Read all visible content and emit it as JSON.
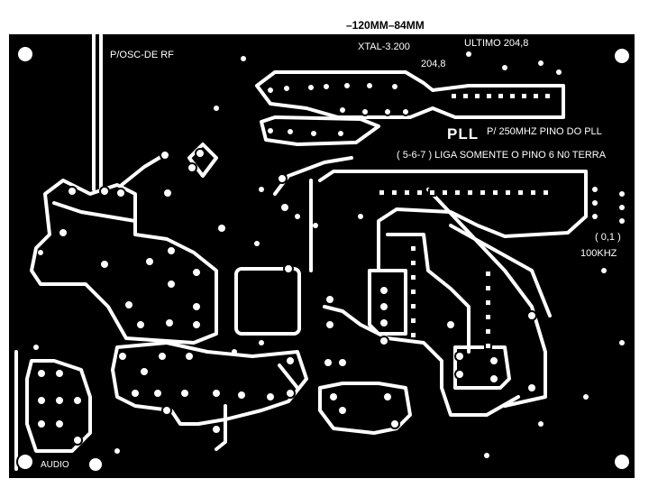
{
  "board": {
    "title": "–120MM–84MM",
    "colors": {
      "copper": "#000000",
      "background": "#ffffff",
      "pads": "#ffffff"
    }
  },
  "labels": {
    "osc_rf": "P/OSC-DE RF",
    "xtal": "XTAL-3.200",
    "ultimo": "ULTIMO 204,8",
    "freq": "204,8",
    "pll": "PLL",
    "pll_note": "P/ 250MHZ PINO DO PLL",
    "liga": "( 5-6-7 ) LIGA SOMENTE O PINO 6 N0 TERRA",
    "cap": "( 0,1 )",
    "khz": "100KHZ",
    "audio": "AUDIO"
  }
}
